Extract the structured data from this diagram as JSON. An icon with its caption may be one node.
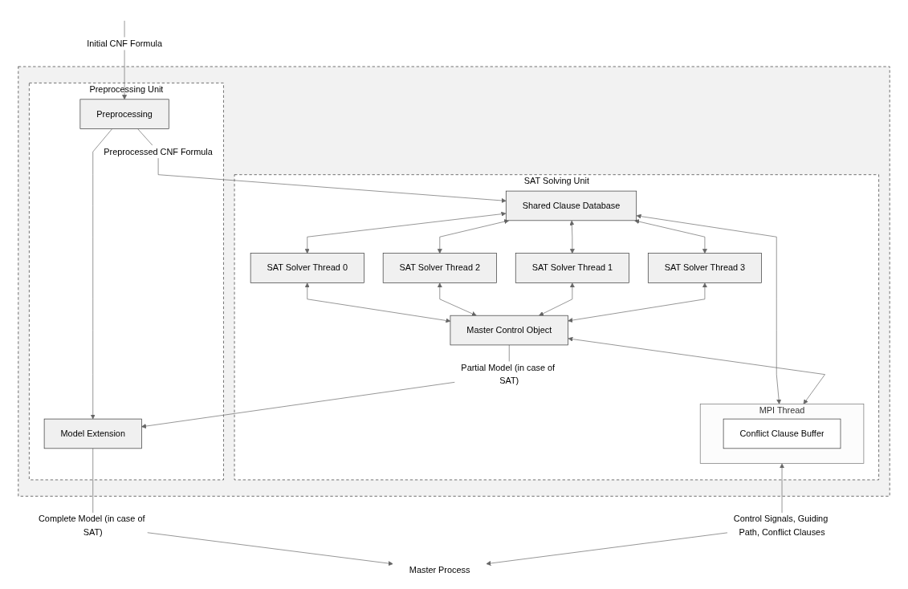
{
  "diagram": {
    "nodes": [
      {
        "text": [],
        "shape": "box"
      },
      {
        "text": [
          "SAT Solving Unit"
        ],
        "in": 0
      },
      {
        "text": [
          "Shared Clause Database"
        ],
        "in": 1
      },
      {
        "text": [
          "SAT Solver Thread 0"
        ],
        "in": 1
      },
      {
        "text": [
          "Master Control Object"
        ],
        "in": 1
      },
      {
        "text": [
          "SAT Solver Thread 2"
        ],
        "in": 1
      },
      {
        "text": [
          "SAT Solver Thread 1"
        ],
        "in": 1
      },
      {
        "text": [
          "SAT Solver Thread 3"
        ],
        "in": 1
      },
      {
        "text": [
          "MPI Thread"
        ],
        "in": 1
      },
      {
        "text": [
          "Conflict Clause Buffer"
        ],
        "in": 8
      },
      {
        "text": [
          "Preprocessing Unit"
        ],
        "in": 0
      },
      {
        "text": [
          "Preprocessing"
        ],
        "in": 10
      },
      {
        "text": [
          "Model Extension"
        ],
        "in": 10
      },
      {
        "text": [
          "Master Process"
        ]
      }
    ],
    "edges": [
      {
        "from": null,
        "to": 11,
        "arrow": "to",
        "label": "Initial CNF Formula"
      },
      {
        "from": 11,
        "to": 2,
        "arrow": "to",
        "label": "Preprocessed CNF Formula"
      },
      {
        "from": 2,
        "to": 6,
        "arrow": "both"
      },
      {
        "from": 2,
        "to": 3,
        "arrow": "both"
      },
      {
        "from": 2,
        "to": 5,
        "arrow": "both"
      },
      {
        "from": 2,
        "to": 7,
        "arrow": "both"
      },
      {
        "from": 2,
        "to": 8,
        "arrow": "both"
      },
      {
        "from": 3,
        "to": 4,
        "arrow": "both"
      },
      {
        "from": 5,
        "to": 4,
        "arrow": "both"
      },
      {
        "from": 6,
        "to": 4,
        "arrow": "both"
      },
      {
        "from": 7,
        "to": 4,
        "arrow": "both"
      },
      {
        "from": 4,
        "to": 8,
        "arrow": "both"
      },
      {
        "from": 11,
        "to": 12,
        "arrow": "to"
      },
      {
        "from": 4,
        "to": 12,
        "arrow": "to",
        "label": "Partial Model (in case of SAT)"
      },
      {
        "from": 12,
        "to": 13,
        "arrow": "to",
        "label": "Complete Model (in case of SAT)"
      },
      {
        "from": 8,
        "to": 13,
        "arrow": "both",
        "label": "Control Signals, Guiding Path, Conflict Clauses"
      }
    ]
  }
}
